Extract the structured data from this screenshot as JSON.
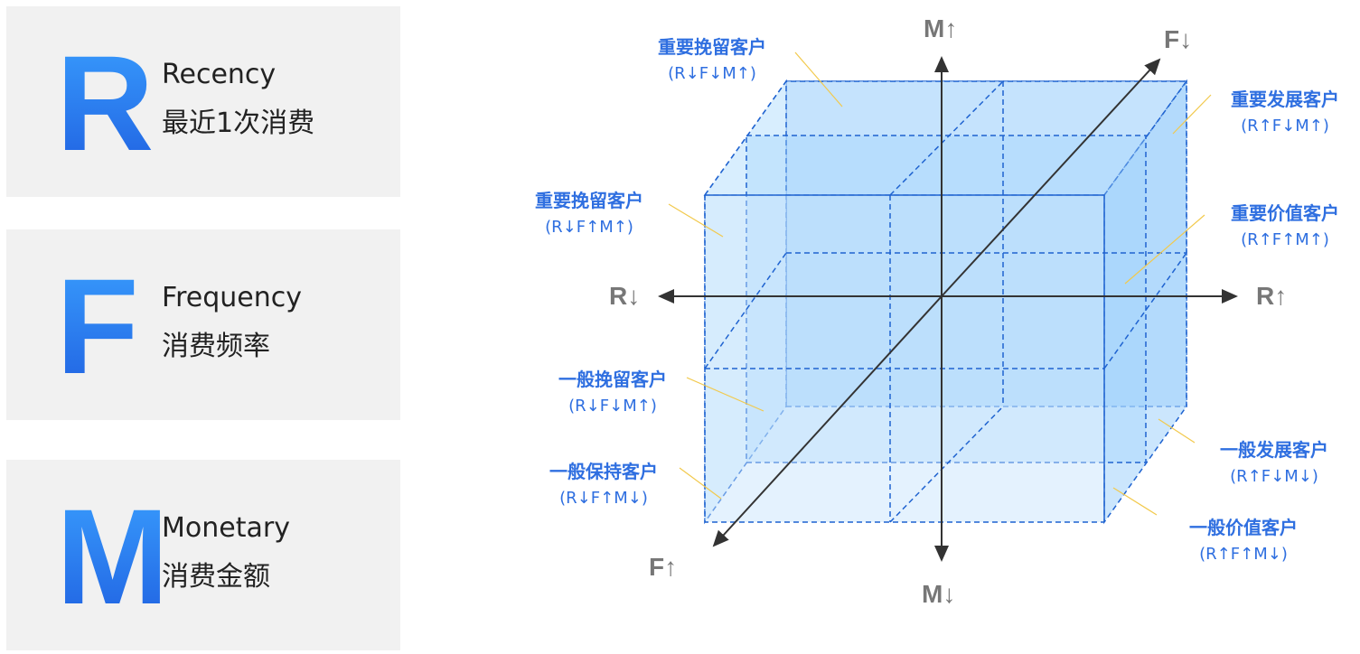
{
  "cards": [
    {
      "letter": "R",
      "en": "Recency",
      "cn": "最近1次消费"
    },
    {
      "letter": "F",
      "en": "Frequency",
      "cn": "消费频率"
    },
    {
      "letter": "M",
      "en": "Monetary",
      "cn": "消费金额"
    }
  ],
  "axes": {
    "m_up": "M↑",
    "m_down": "M↓",
    "r_left": "R↓",
    "r_right": "R↑",
    "f_top": "F↓",
    "f_bottom": "F↑"
  },
  "segments": [
    {
      "name": "重要挽留客户",
      "code": "(R↓F↓M↑)"
    },
    {
      "name": "重要发展客户",
      "code": "(R↑F↓M↑)"
    },
    {
      "name": "重要挽留客户",
      "code": "(R↓F↑M↑)"
    },
    {
      "name": "重要价值客户",
      "code": "(R↑F↑M↑)"
    },
    {
      "name": "一般挽留客户",
      "code": "(R↓F↓M↑)"
    },
    {
      "name": "一般发展客户",
      "code": "(R↑F↓M↓)"
    },
    {
      "name": "一般保持客户",
      "code": "(R↓F↑M↓)"
    },
    {
      "name": "一般价值客户",
      "code": "(R↑F↑M↓)"
    }
  ],
  "colors": {
    "accent": "#2f6fe0",
    "cube": "#9fd0fb",
    "leader": "#f2c94c"
  }
}
